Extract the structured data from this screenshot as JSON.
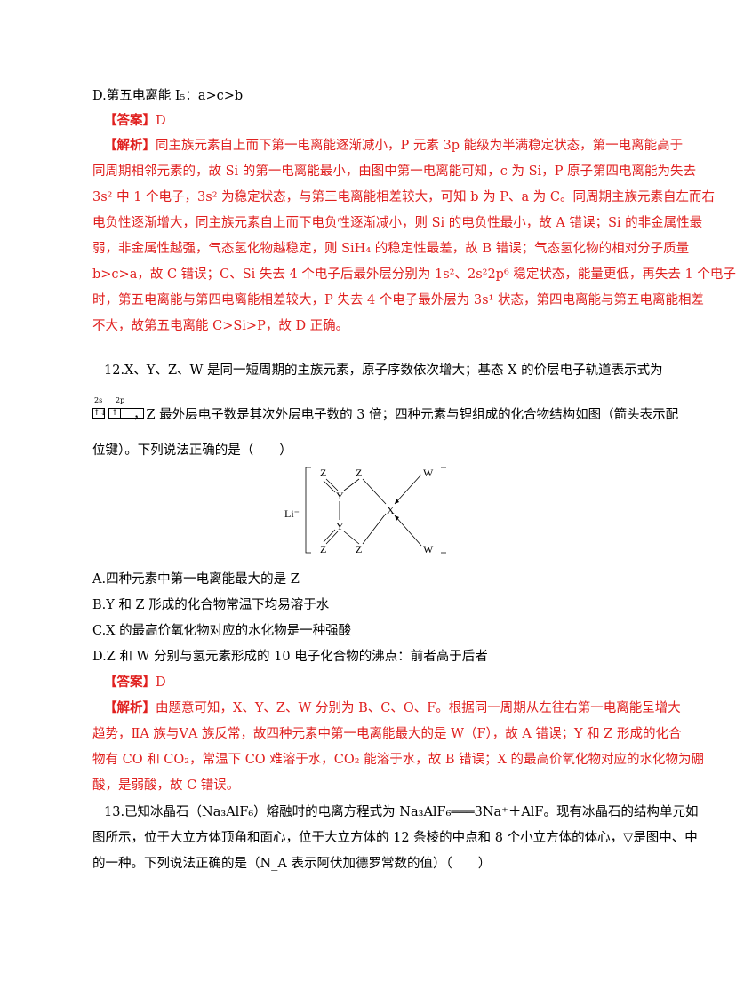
{
  "q11_tail": {
    "optionD": "D.第五电离能 I₅：a>c>b"
  },
  "q11_answer": {
    "tag": "【答案】",
    "value": "D"
  },
  "q11_analysis": {
    "tag": "【解析】",
    "lines": [
      "同主族元素自上而下第一电离能逐渐减小，P 元素 3p 能级为半满稳定状态，第一电离能高于",
      "同周期相邻元素的，故 Si 的第一电离能最小，由图中第一电离能可知，c 为 Si，P 原子第四电离能为失去",
      "3s² 中 1 个电子，3s² 为稳定状态，与第三电离能相差较大，可知 b 为 P、a 为 C。同周期主族元素自左而右",
      "电负性逐渐增大，同主族元素自上而下电负性逐渐减小，则 Si 的电负性最小，故 A 错误；Si 的非金属性最",
      "弱，非金属性越强，气态氢化物越稳定，则 SiH₄ 的稳定性最差，故 B 错误；气态氢化物的相对分子质量",
      "b>c>a，故 C 错误；C、Si 失去 4 个电子后最外层分别为 1s²、2s²2p⁶ 稳定状态，能量更低，再失去 1 个电子",
      "时，第五电离能与第四电离能相差较大，P 失去 4 个电子最外层为 3s¹ 状态，第四电离能与第五电离能相差",
      "不大，故第五电离能 C>Si>P，故 D 正确。"
    ]
  },
  "q12": {
    "stem1": "12.X、Y、Z、W 是同一短周期的主族元素，原子序数依次增大；基态 X 的价层电子轨道表示式为",
    "stem2": "，Z 最外层电子数是其次外层电子数的 3 倍；四种元素与锂组成的化合物结构如图（箭头表示配",
    "stem3": "位键）。下列说法正确的是（　　）",
    "orbital": {
      "label_2s": "2s",
      "label_2p": "2p",
      "box1": "↑↓",
      "box2": "↑"
    },
    "structure": {
      "li": "Li⁻",
      "Y": "Y",
      "Z": "Z",
      "X": "X",
      "W": "W"
    },
    "options": [
      "A.四种元素中第一电离能最大的是 Z",
      "B.Y 和 Z 形成的化合物常温下均易溶于水",
      "C.X 的最高价氧化物对应的水化物是一种强酸",
      "D.Z 和 W 分别与氢元素形成的 10 电子化合物的沸点：前者高于后者"
    ]
  },
  "q12_answer": {
    "tag": "【答案】",
    "value": "D"
  },
  "q12_analysis": {
    "tag": "【解析】",
    "lines": [
      "由题意可知，X、Y、Z、W 分别为 B、C、O、F。根据同一周期从左往右第一电离能呈增大",
      "趋势，ⅡA 族与ⅤA 族反常，故四种元素中第一电离能最大的是 W（F），故 A 错误；Y 和 Z 形成的化合",
      "物有 CO 和 CO₂，常温下 CO 难溶于水，CO₂ 能溶于水，故 B 错误；X 的最高价氧化物对应的水化物为硼",
      "酸，是弱酸，故 C 错误。"
    ]
  },
  "q13": {
    "lines": [
      "13.已知冰晶石（Na₃AlF₆）熔融时的电离方程式为 Na₃AlF₆═══3Na⁺＋AlF。现有冰晶石的结构单元如",
      "图所示，位于大立方体顶角和面心，位于大立方体的 12 条棱的中点和 8 个小立方体的体心，▽是图中、中",
      "的一种。下列说法正确的是（N_A 表示阿伏加德罗常数的值）（　　）"
    ]
  }
}
